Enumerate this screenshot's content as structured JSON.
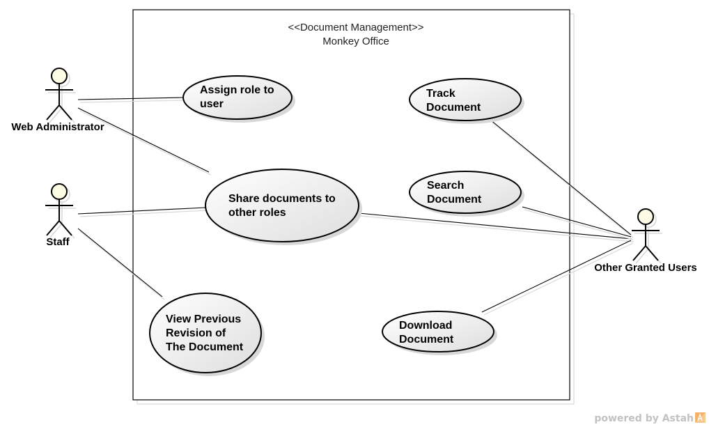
{
  "system": {
    "stereotype": "<<Document Management>>",
    "name": "Monkey Office"
  },
  "actors": [
    {
      "id": "web-administrator",
      "label": "Web Administrator"
    },
    {
      "id": "staff",
      "label": "Staff"
    },
    {
      "id": "other-granted-users",
      "label": "Other Granted Users"
    }
  ],
  "use_cases": [
    {
      "id": "assign-role",
      "lines": [
        "Assign role to",
        "user"
      ]
    },
    {
      "id": "share-documents",
      "lines": [
        "Share documents to",
        "other roles"
      ]
    },
    {
      "id": "view-previous-revision",
      "lines": [
        "View Previous",
        "Revision of",
        "The Document"
      ]
    },
    {
      "id": "track-document",
      "lines": [
        "Track",
        "Document"
      ]
    },
    {
      "id": "search-document",
      "lines": [
        "Search",
        "Document"
      ]
    },
    {
      "id": "download-document",
      "lines": [
        "Download",
        "Document"
      ]
    }
  ],
  "associations": [
    {
      "actor": "web-administrator",
      "use_case": "assign-role"
    },
    {
      "actor": "web-administrator",
      "use_case": "share-documents"
    },
    {
      "actor": "staff",
      "use_case": "share-documents"
    },
    {
      "actor": "staff",
      "use_case": "view-previous-revision"
    },
    {
      "actor": "other-granted-users",
      "use_case": "share-documents"
    },
    {
      "actor": "other-granted-users",
      "use_case": "track-document"
    },
    {
      "actor": "other-granted-users",
      "use_case": "search-document"
    },
    {
      "actor": "other-granted-users",
      "use_case": "download-document"
    }
  ],
  "watermark": {
    "text": "powered by Astah",
    "logo": "astah-logo-icon"
  },
  "colors": {
    "actor_head_fill": "#fcfce4",
    "use_case_fill_light": "#ffffff",
    "use_case_fill_dark": "#dedede",
    "line": "#000000",
    "shadow": "#d8d8d8",
    "watermark_logo": "#f2b26b"
  }
}
